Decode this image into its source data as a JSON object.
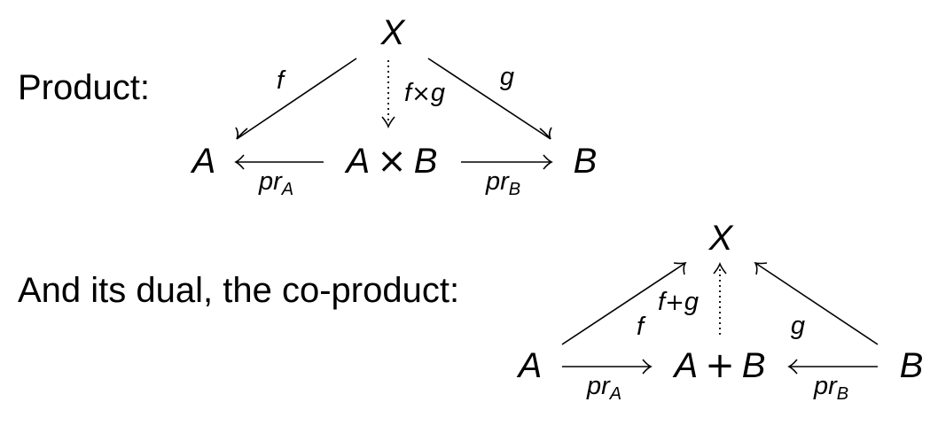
{
  "product": {
    "heading": "Product:",
    "objects": {
      "top": "X",
      "left": "A",
      "middle_left": "A",
      "middle_op": "×",
      "middle_right": "B",
      "right": "B"
    },
    "labels": {
      "f": "f",
      "g": "g",
      "pair_left": "f",
      "pair_op": "×",
      "pair_right": "g",
      "pr_a_base": "pr",
      "pr_a_sub": "A",
      "pr_b_base": "pr",
      "pr_b_sub": "B"
    }
  },
  "coproduct": {
    "heading": "And its dual, the co-product:",
    "objects": {
      "top": "X",
      "left": "A",
      "middle_left": "A",
      "middle_op": "+",
      "middle_right": "B",
      "right": "B"
    },
    "labels": {
      "f": "f",
      "g": "g",
      "pair_left": "f",
      "pair_op": "+",
      "pair_right": "g",
      "pr_a_base": "pr",
      "pr_a_sub": "A",
      "pr_b_base": "pr",
      "pr_b_sub": "B"
    }
  }
}
